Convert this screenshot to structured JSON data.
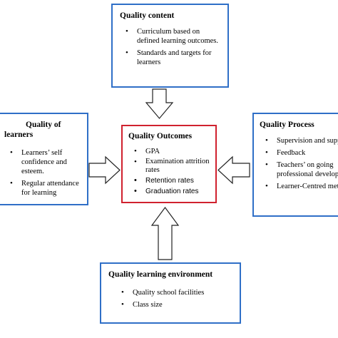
{
  "colors": {
    "blue_border": "#2f6fc7",
    "red_border": "#d0212e"
  },
  "boxes": {
    "content": {
      "title": "Quality content",
      "items": [
        "Curriculum based on defined learning outcomes.",
        "Standards and targets for learners"
      ]
    },
    "learners": {
      "title_line1": "Quality of",
      "title_line2": "learners",
      "items": [
        "Learners’ self confidence and esteem.",
        "Regular attendance for learning"
      ]
    },
    "outcomes": {
      "title": "Quality Outcomes",
      "items": [
        "GPA",
        "Examination attrition rates",
        "Retention rates",
        "Graduation rates"
      ]
    },
    "process": {
      "title": "Quality Process",
      "items": [
        "Supervision and support",
        "Feedback",
        "Teachers’ on going professional development.",
        "Learner-Centred methods"
      ]
    },
    "environment": {
      "title": "Quality learning environment",
      "items": [
        "Quality school facilities",
        "Class size"
      ]
    }
  }
}
